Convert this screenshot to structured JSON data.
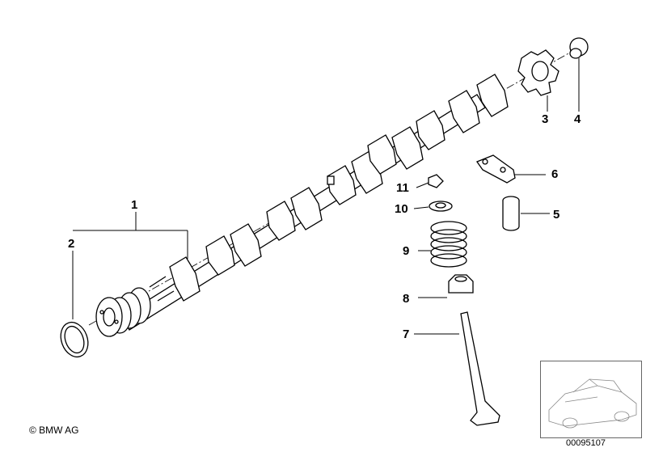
{
  "callouts": {
    "c1": "1",
    "c2": "2",
    "c3": "3",
    "c4": "4",
    "c5": "5",
    "c6": "6",
    "c7": "7",
    "c8": "8",
    "c9": "9",
    "c10": "10",
    "c11": "11"
  },
  "footer": {
    "copyright": "© BMW AG",
    "diagram_number": "00095107"
  },
  "icons": {
    "inset": "car-silhouette-icon"
  }
}
